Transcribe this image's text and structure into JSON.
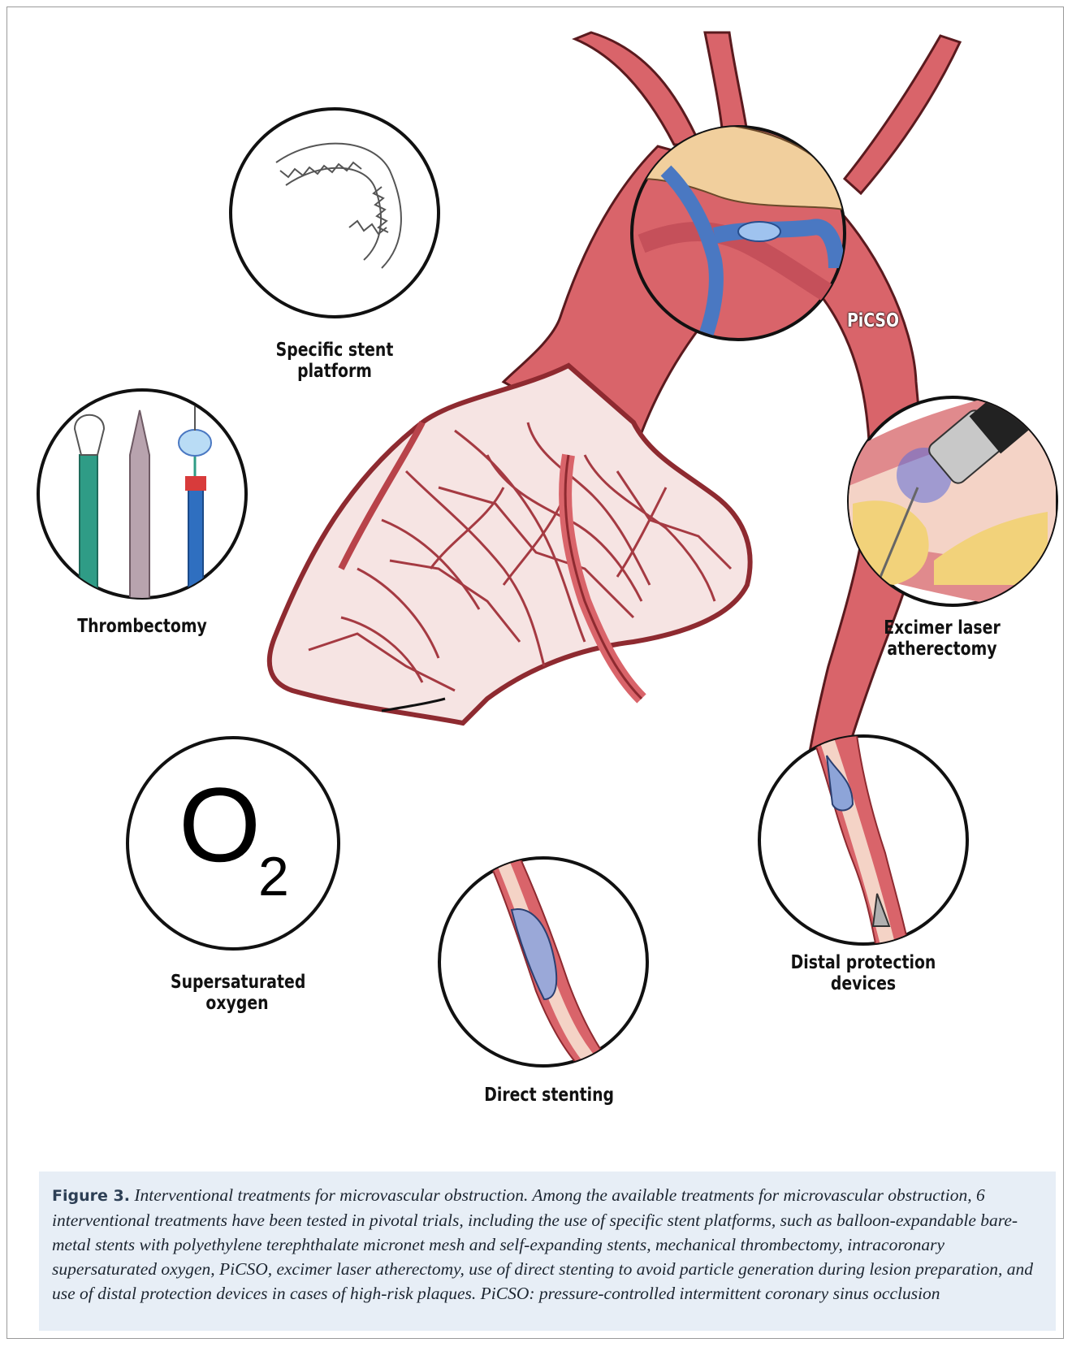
{
  "figure": {
    "labels": {
      "stent": [
        "Specific stent",
        "platform"
      ],
      "thrombectomy": [
        "Thrombectomy"
      ],
      "picso": [
        "PiCSO"
      ],
      "laser": [
        "Excimer laser",
        "atherectomy"
      ],
      "oxygen": [
        "Supersaturated",
        "oxygen"
      ],
      "distal": [
        "Distal protection",
        "devices"
      ],
      "direct": [
        "Direct stenting"
      ]
    },
    "oxygen_symbol": {
      "element": "O",
      "subscript": "2"
    },
    "colors": {
      "vessel": "#d9646a",
      "vessel_dark": "#8e2a30",
      "vein_blue": "#4a78c2",
      "plaque": "#f2d27a",
      "caption_bg": "#e7eef6"
    }
  },
  "caption": {
    "label": "Figure 3.",
    "text": "Interventional treatments for microvascular obstruction. Among the available treatments for microvascular obstruction, 6 interventional treatments have been tested in pivotal trials, including the use of specific stent platforms, such as balloon-expandable bare-metal stents with polyethylene terephthalate micronet mesh and self-expanding stents, mechanical thrombectomy, intracoronary supersaturated oxygen, PiCSO, excimer laser atherectomy, use of direct stenting to avoid particle generation during lesion preparation, and use of distal protection devices in cases of high-risk plaques. PiCSO: pressure-controlled intermittent coronary sinus occlusion"
  }
}
